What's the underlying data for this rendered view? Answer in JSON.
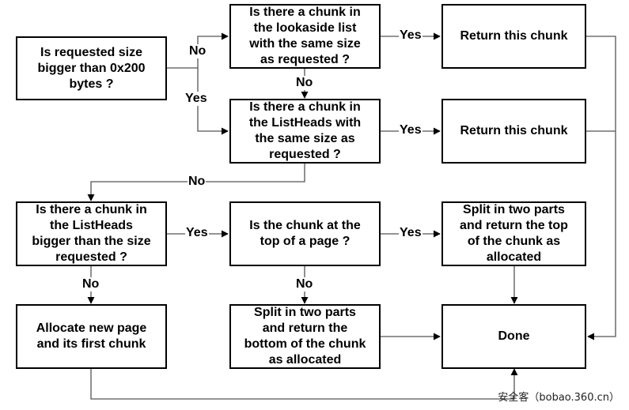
{
  "boxes": {
    "size_check": "Is requested size\nbigger than 0x200\nbytes ?",
    "lookaside": "Is there a chunk in\nthe lookaside list\nwith the same size\nas requested ?",
    "return1": "Return this chunk",
    "listheads_same": "Is there a chunk in\nthe ListHeads with\nthe same size as\nrequested ?",
    "return2": "Return this chunk",
    "listheads_bigger": "Is there a chunk in\nthe ListHeads\nbigger than the size\nrequested ?",
    "top_of_page": "Is the chunk at the\ntop of a page ?",
    "split_top": "Split in two parts\nand return the top\nof the chunk as\nallocated",
    "alloc_page": "Allocate new page\nand its first chunk",
    "split_bottom": "Split in two parts\nand return the\nbottom of the chunk\nas allocated",
    "done": "Done"
  },
  "labels": {
    "no_size": "No",
    "yes_size": "Yes",
    "yes_lookaside": "Yes",
    "no_lookaside": "No",
    "yes_listheads": "Yes",
    "no_listheads": "No",
    "yes_bigger": "Yes",
    "no_bigger": "No",
    "yes_top": "Yes",
    "no_top": "No"
  },
  "watermark": "安全客（bobao.360.cn）"
}
